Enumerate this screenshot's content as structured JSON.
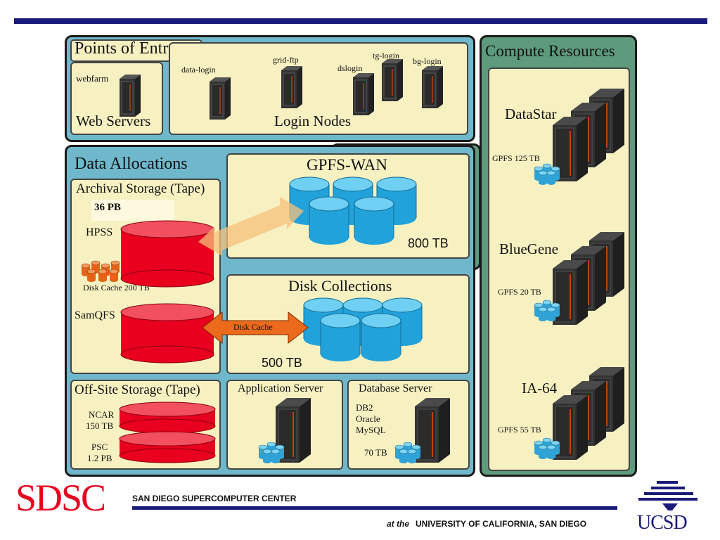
{
  "colors": {
    "teal": "#6fb8cc",
    "green": "#5e9a7c",
    "cream": "#f7f1c2",
    "red": "#e8001e",
    "blue": "#3ab4e0",
    "orange": "#ec6a1c",
    "navy": "#1a1a7a"
  },
  "entry": {
    "title": "Points of Entry",
    "webfarm": "webfarm",
    "web_servers": "Web Servers",
    "login_nodes": "Login Nodes",
    "nodes": [
      "data-login",
      "grid-ftp",
      "dslogin",
      "tg-login",
      "bg-login"
    ]
  },
  "compute": {
    "title": "Compute Resources",
    "systems": [
      {
        "name": "DataStar",
        "gpfs": "GPFS 125 TB"
      },
      {
        "name": "BlueGene",
        "gpfs": "GPFS 20 TB"
      },
      {
        "name": "IA-64",
        "gpfs": "GPFS 55 TB"
      }
    ]
  },
  "data": {
    "title": "Data Allocations",
    "archival": "Archival Storage (Tape)",
    "archival_size": "36 PB",
    "hpss": "HPSS",
    "disk_cache_200": "Disk Cache  200 TB",
    "samqfs": "SamQFS",
    "gpfs_wan": "GPFS-WAN",
    "gpfs_wan_size": "800 TB",
    "disk_collections": "Disk Collections",
    "disk_cache_arrow": "Disk Cache",
    "dc_size": "500 TB"
  },
  "offsite": {
    "title": "Off-Site Storage (Tape)",
    "ncar": "NCAR",
    "ncar_size": "150 TB",
    "psc": "PSC",
    "psc_size": "1.2 PB"
  },
  "app": {
    "title": "Application Server"
  },
  "db": {
    "title": "Database Server",
    "db2": "DB2",
    "oracle": "Oracle",
    "mysql": "MySQL",
    "size": "70 TB"
  },
  "footer": {
    "sdsc": "SDSC",
    "center": "SAN DIEGO SUPERCOMPUTER CENTER",
    "at_the": "at the",
    "uc": "UNIVERSITY OF CALIFORNIA, SAN DIEGO",
    "ucsd": "UCSD"
  }
}
